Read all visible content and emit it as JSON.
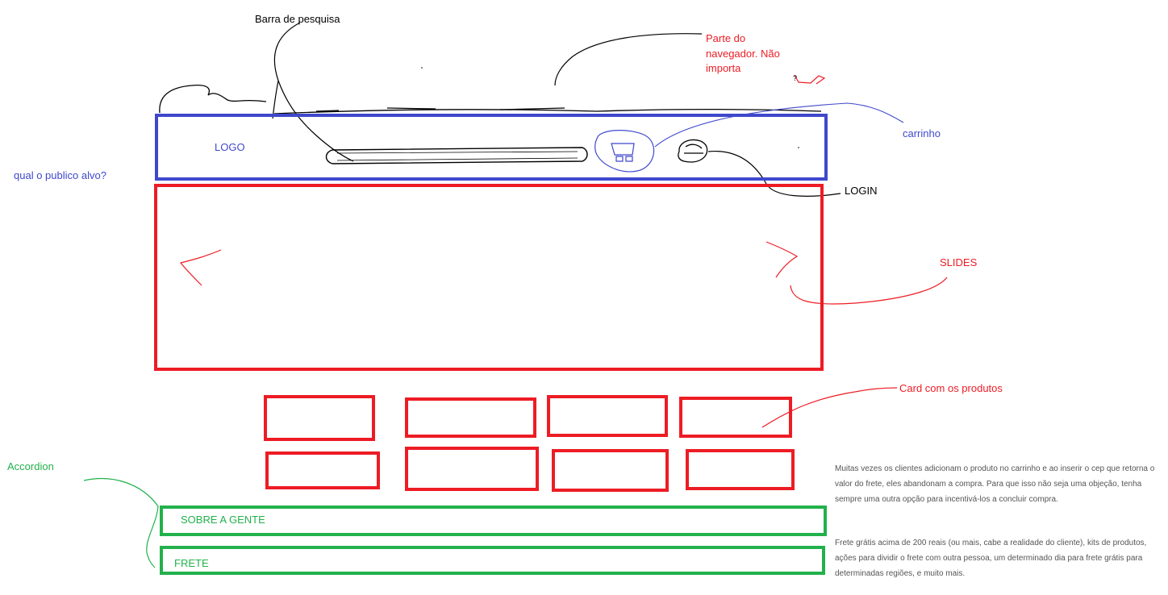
{
  "annotations": {
    "search_bar": "Barra de pesquisa",
    "browser_part": "Parte do navegador. Não importa",
    "cart": "carrinho",
    "target_audience": "qual o publico alvo?",
    "login": "LOGIN",
    "slides": "SLIDES",
    "product_cards": "Card com os produtos",
    "accordion": "Accordion"
  },
  "header": {
    "logo": "LOGO"
  },
  "accordion": {
    "items": [
      {
        "label": "SOBRE A GENTE"
      },
      {
        "label": "FRETE"
      }
    ]
  },
  "side_notes": {
    "paragraph_1": "Muitas vezes os clientes adicionam o produto no carrinho e ao inserir o cep que retorna o valor do frete, eles abandonam a compra. Para que isso não seja uma objeção, tenha sempre uma outra opção para incentivá-los a concluir compra.",
    "paragraph_2": "Frete grátis acima de 200 reais (ou mais, cabe a realidade do cliente), kits de produtos, ações para dividir o frete com outra pessoa, um determinado dia para frete grátis para determinadas regiões, e muito mais."
  },
  "colors": {
    "header_outline": "#3f48cc",
    "slides_and_cards_outline": "#ed1c24",
    "accordion_outline": "#22b14c",
    "annotation_lines": "#000000"
  }
}
